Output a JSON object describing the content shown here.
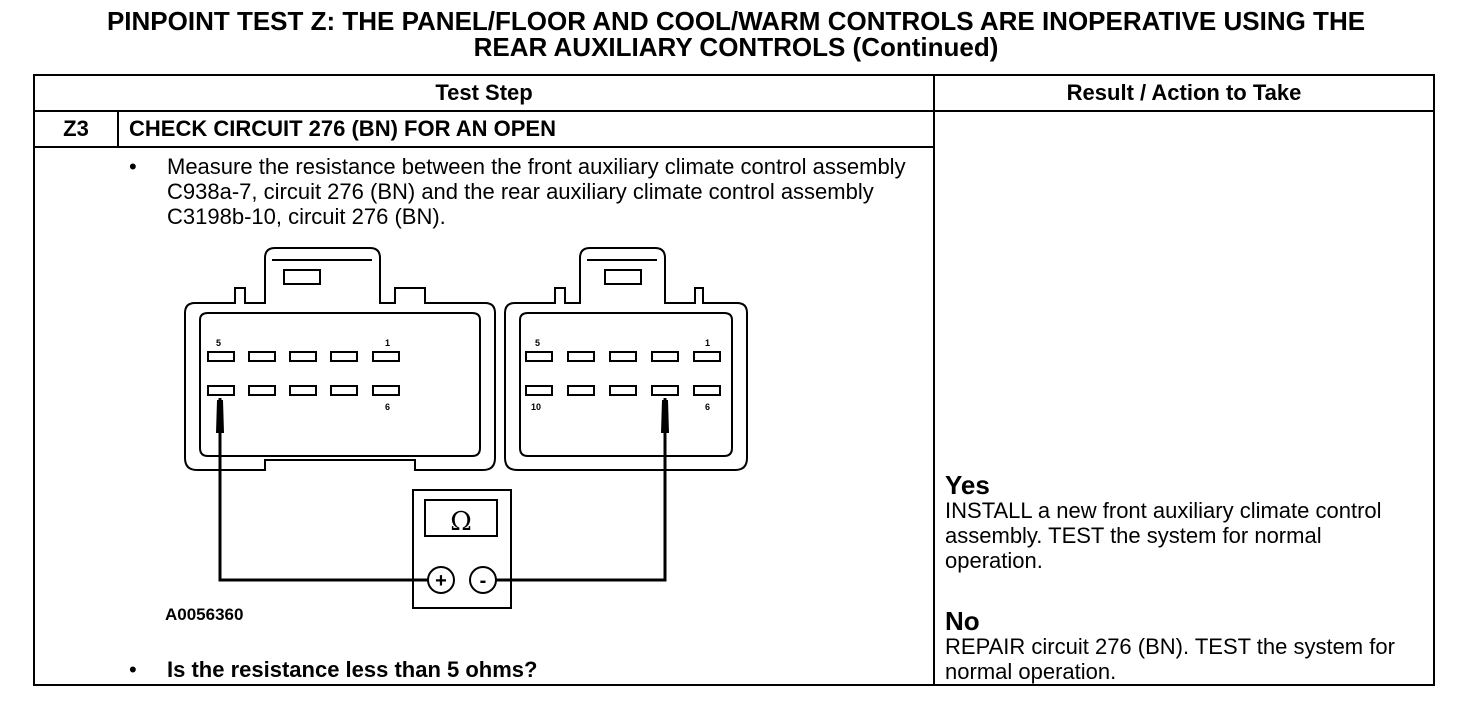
{
  "title": {
    "line1": "PINPOINT TEST  Z: THE PANEL/FLOOR AND COOL/WARM CONTROLS ARE INOPERATIVE USING THE",
    "line2": "REAR AUXILIARY CONTROLS (Continued)"
  },
  "table": {
    "header_test_step": "Test Step",
    "header_result": "Result / Action to Take"
  },
  "step": {
    "id": "Z3",
    "title": "CHECK CIRCUIT 276 (BN) FOR AN OPEN",
    "bullet": "•",
    "instruction": "Measure the resistance between the front auxiliary climate control assembly C938a-7, circuit 276 (BN) and the rear auxiliary climate control assembly C3198b-10, circuit 276 (BN).",
    "figure_id": "A0056360",
    "question": "Is the resistance less than 5 ohms?"
  },
  "diagram": {
    "left_connector": {
      "pin_label_top_left": "5",
      "pin_label_top_right": "1",
      "pin_label_bottom_right": "6"
    },
    "right_connector": {
      "pin_label_top_left": "5",
      "pin_label_top_right": "1",
      "pin_label_bottom_left": "10",
      "pin_label_bottom_right": "6"
    },
    "meter_symbol": "Ω",
    "plus_symbol": "+",
    "minus_symbol": "-"
  },
  "results": {
    "yes_label": "Yes",
    "yes_action": "INSTALL a new front auxiliary climate control assembly. TEST the system for normal operation.",
    "no_label": "No",
    "no_action": "REPAIR circuit 276 (BN). TEST the system for normal operation."
  }
}
